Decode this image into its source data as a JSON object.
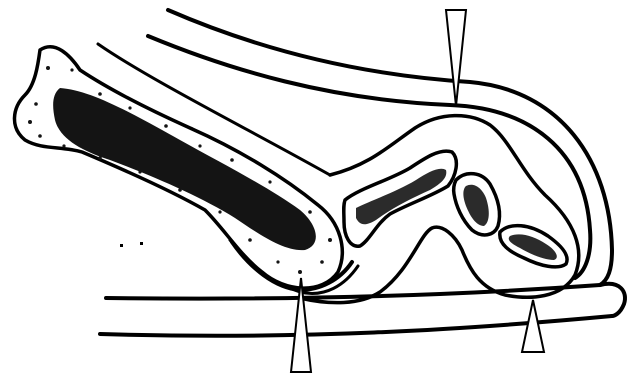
{
  "figure": {
    "description_hidden": "",
    "ink_color": "#000000",
    "paper_color": "#ffffff",
    "arrow_markers": [
      {
        "name": "top-arrow",
        "direction": "down"
      },
      {
        "name": "bottom-left-arrow",
        "direction": "up"
      },
      {
        "name": "bottom-right-arrow",
        "direction": "up"
      }
    ]
  }
}
